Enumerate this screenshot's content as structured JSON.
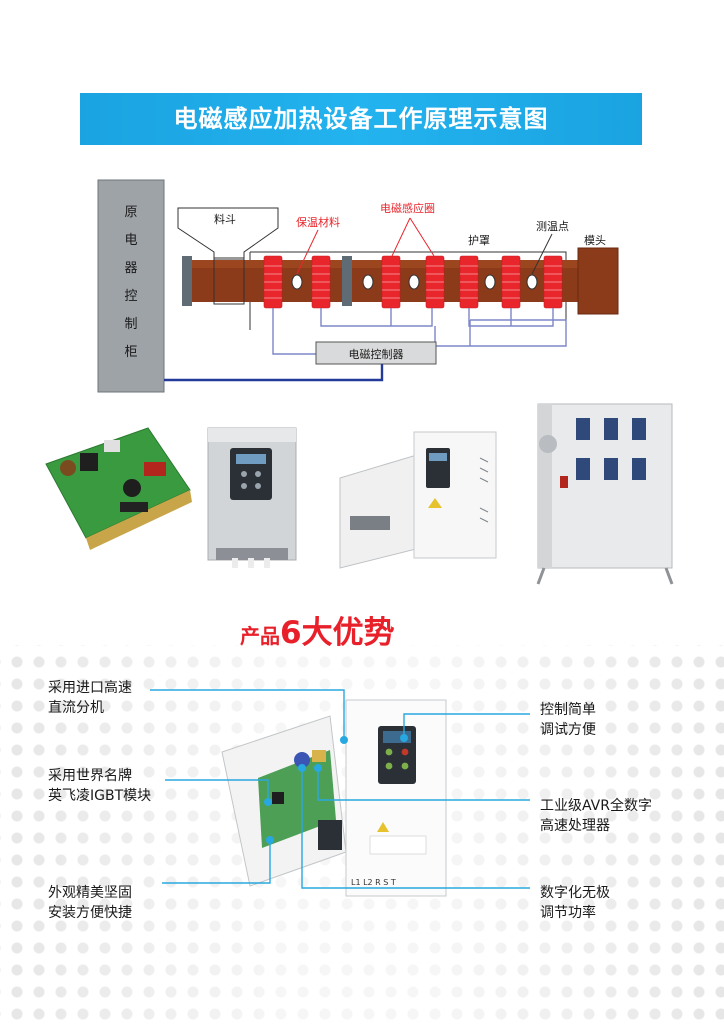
{
  "header": {
    "title": "电磁感应加热设备工作原理示意图"
  },
  "diagram": {
    "cabinet_label": [
      "原",
      "电",
      "器",
      "控",
      "制",
      "柜"
    ],
    "hopper_label": "料斗",
    "insulation_label": "保温材料",
    "coil_label": "电磁感应圈",
    "shield_label": "护罩",
    "temp_point_label": "测温点",
    "die_label": "模头",
    "controller_label": "电磁控制器"
  },
  "advantages": {
    "title_prefix": "产品",
    "title_highlight": "6大优势",
    "features": {
      "f1": [
        "采用进口高速",
        "直流分机"
      ],
      "f2": [
        "采用世界名牌",
        "英飞凌IGBT模块"
      ],
      "f3": [
        "外观精美坚固",
        "安装方便快捷"
      ],
      "f4": [
        "控制简单",
        "调试方便"
      ],
      "f5": [
        "工业级AVR全数字",
        "高速处理器"
      ],
      "f6": [
        "数字化无极",
        "调节功率"
      ]
    },
    "device_terminal_label": "L1  L2      R S T"
  },
  "colors": {
    "banner": "#1aa3e0",
    "barrel": "#8b3a1a",
    "coil": "#e8262c",
    "accent_red": "#e8202a",
    "callout_line": "#28a8e0"
  }
}
